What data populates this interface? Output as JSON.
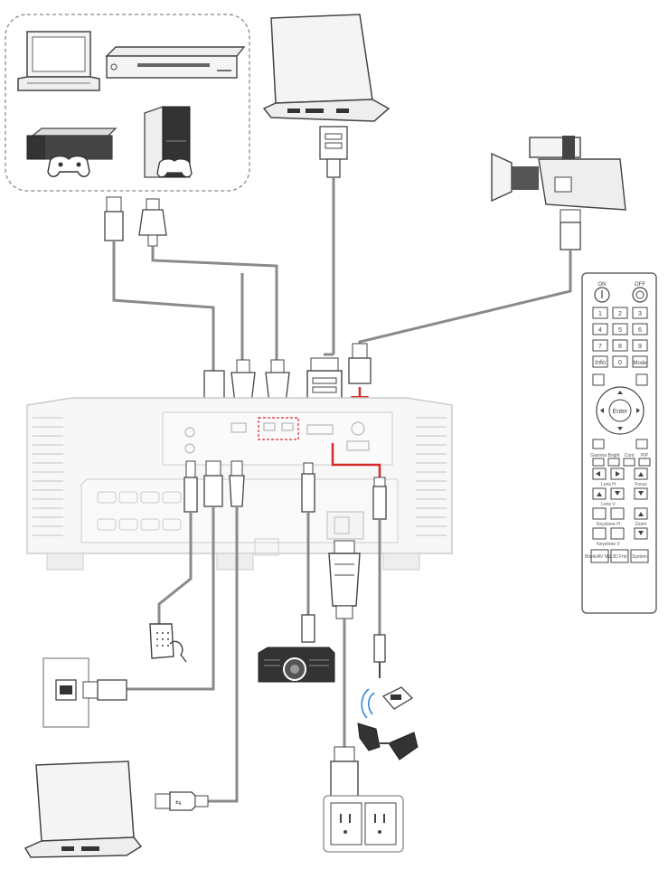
{
  "colors": {
    "cable": "#8a8a8a",
    "line": "#444444",
    "device_fill": "#f4f4f4",
    "projector_fill": "#eeeeee",
    "highlight": "#d62a2a"
  },
  "sources_group": {
    "devices": [
      "laptop-icon",
      "bluray-player-icon",
      "xbox-console-icon",
      "playstation-console-icon"
    ]
  },
  "remote": {
    "power_on": "ON",
    "power_off": "OFF",
    "numbers": [
      "1",
      "2",
      "3",
      "4",
      "5",
      "6",
      "7",
      "8",
      "9"
    ],
    "info": "Info",
    "zero": "0",
    "mode": "Mode",
    "enter": "Enter",
    "setting_labels": [
      "Gamma",
      "Bright",
      "Cont",
      "PIP"
    ],
    "lens_h": "Lens H",
    "focus": "Focus",
    "lens_v": "Lens V",
    "keystone_h": "Keystone H",
    "zoom": "Zoom",
    "keystone_v": "Keystone V",
    "bottom_labels": [
      "Blank/AV Mute",
      "3D Fmt",
      "System"
    ]
  },
  "devices_misc": [
    "laptop-top-icon",
    "camcorder-icon",
    "wired-remote-icon",
    "network-jack-icon",
    "laptop-bottom-icon",
    "projector-icon",
    "3d-emitter-icon",
    "3d-glasses-icon",
    "power-outlet-icon",
    "usb-plug-icon"
  ]
}
